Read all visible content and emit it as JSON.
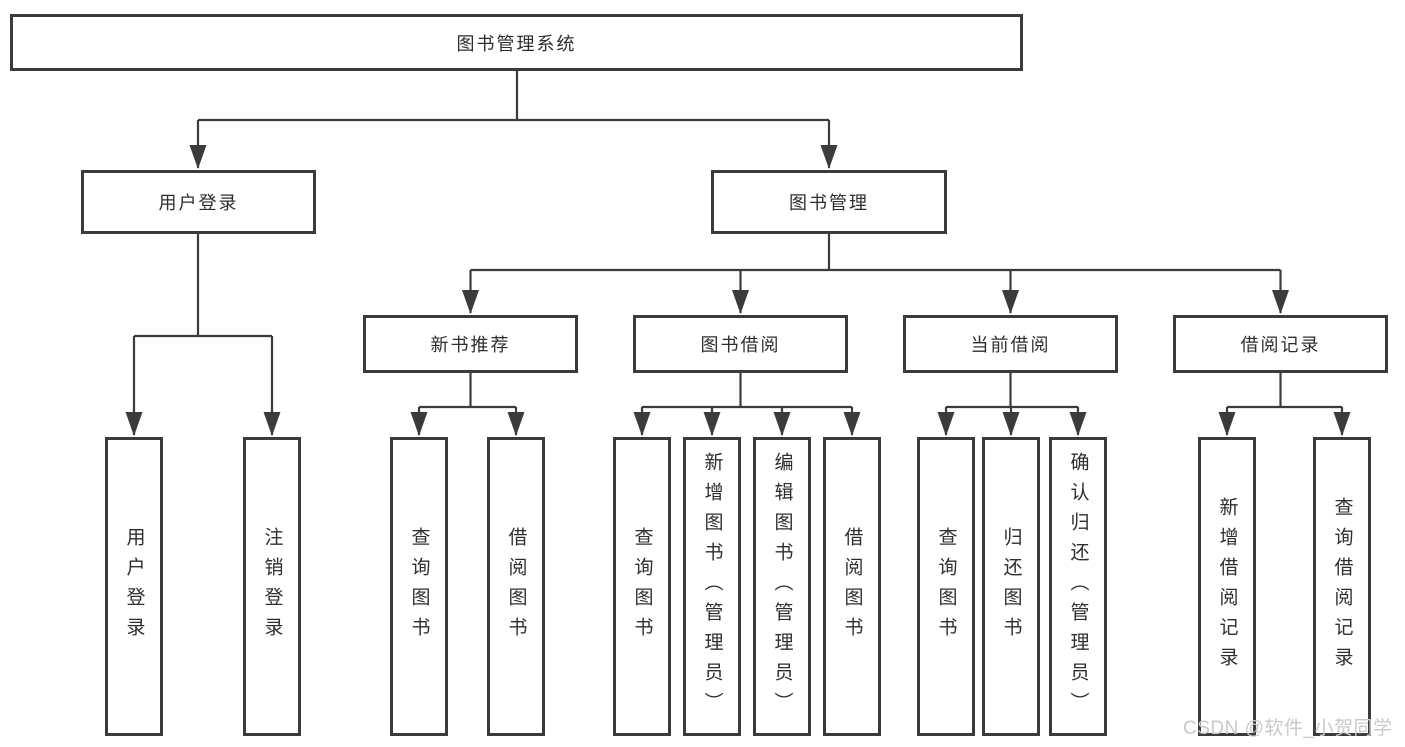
{
  "tree": {
    "root": {
      "label": "图书管理系统"
    },
    "branches": [
      {
        "label": "用户登录",
        "leaves": [
          {
            "label": "用户登录"
          },
          {
            "label": "注销登录"
          }
        ]
      },
      {
        "label": "图书管理",
        "groups": [
          {
            "label": "新书推荐",
            "leaves": [
              {
                "label": "查询图书"
              },
              {
                "label": "借阅图书"
              }
            ]
          },
          {
            "label": "图书借阅",
            "leaves": [
              {
                "label": "查询图书"
              },
              {
                "label": "新增图书（管理员）"
              },
              {
                "label": "编辑图书（管理员）"
              },
              {
                "label": "借阅图书"
              }
            ]
          },
          {
            "label": "当前借阅",
            "leaves": [
              {
                "label": "查询图书"
              },
              {
                "label": "归还图书"
              },
              {
                "label": "确认归还（管理员）"
              }
            ]
          },
          {
            "label": "借阅记录",
            "leaves": [
              {
                "label": "新增借阅记录"
              },
              {
                "label": "查询借阅记录"
              }
            ]
          }
        ]
      }
    ]
  },
  "watermark": "CSDN @软件_小贺同学",
  "colors": {
    "line": "#3b3b3b",
    "text": "#2e2e2e",
    "watermark": "#c9c9c9",
    "background": "#ffffff"
  }
}
